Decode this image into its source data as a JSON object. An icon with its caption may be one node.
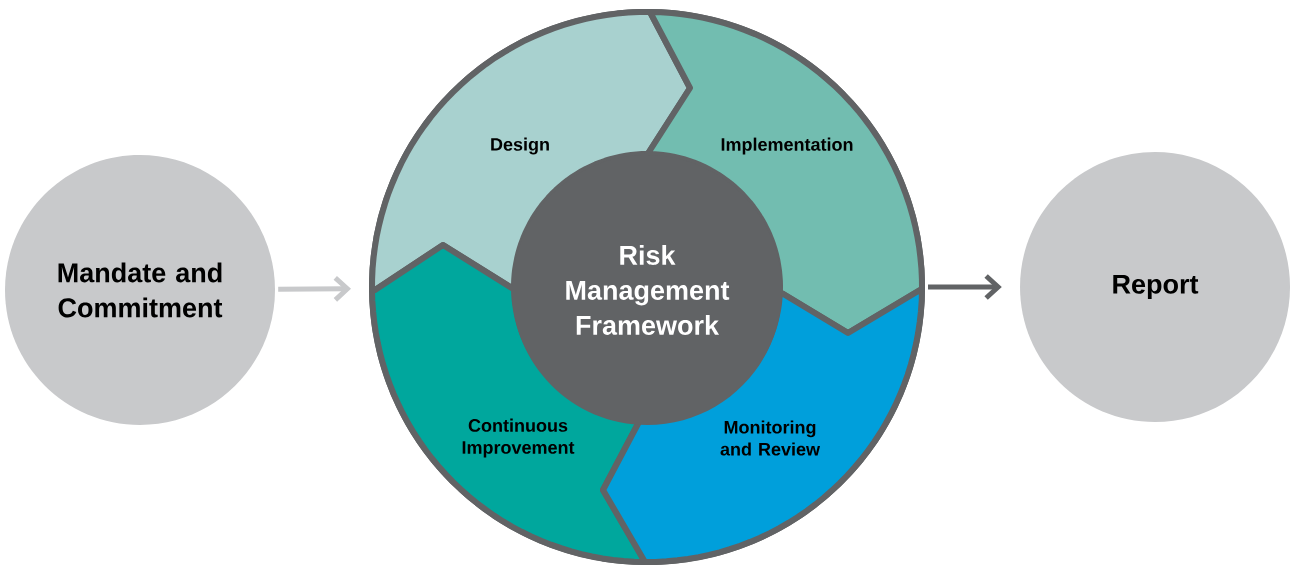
{
  "diagram": {
    "nodes": [
      {
        "text": [
          "Mandate and Commitment"
        ]
      },
      {
        "text": [],
        "shape": "circle"
      },
      {
        "text": [
          "Design"
        ],
        "in": 1
      },
      {
        "text": [
          "Implementation"
        ],
        "in": 1
      },
      {
        "text": [
          "Risk Management Framework"
        ],
        "in": 1
      },
      {
        "text": [
          "Continuous Improvement"
        ],
        "in": 1
      },
      {
        "text": [
          "Monitoring and Review"
        ],
        "in": 1
      },
      {
        "text": [
          "Report"
        ]
      }
    ],
    "edges": [
      {
        "from": 0,
        "to": 1,
        "arrow": "to",
        "color": "#c8c9cb"
      },
      {
        "from": 1,
        "to": 7,
        "arrow": "to",
        "color": "#616365"
      }
    ]
  }
}
